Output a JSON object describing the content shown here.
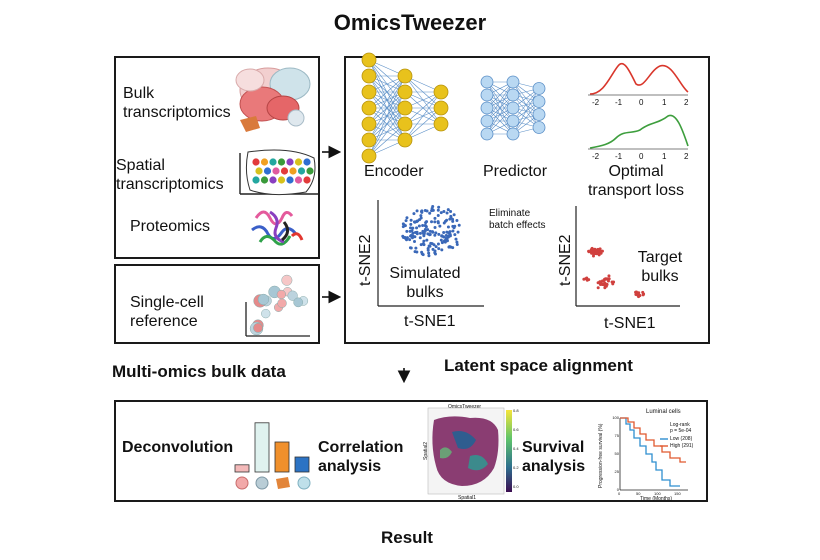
{
  "title": "OmicsTweezer",
  "inputs": {
    "section_label": "Multi-omics bulk data",
    "bulk": "Bulk transcriptomics",
    "spatial": "Spatial transcriptomics",
    "proteomics": "Proteomics",
    "single_cell": "Single-cell reference"
  },
  "alignment": {
    "section_label": "Latent space alignment",
    "encoder": "Encoder",
    "predictor": "Predictor",
    "loss": "Optimal transport loss",
    "density_ticks": [
      "-2",
      "-1",
      "0",
      "1",
      "2"
    ],
    "tsne_x": "t-SNE1",
    "tsne_y": "t-SNE2",
    "simulated": "Simulated bulks",
    "target": "Target bulks",
    "batch": "Eliminate batch effects"
  },
  "result": {
    "section_label": "Result",
    "deconvolution": "Deconvolution",
    "correlation": "Correlation analysis",
    "survival": "Survival analysis",
    "bar_values": [
      0.12,
      0.82,
      0.5,
      0.25
    ],
    "bar_colors": [
      "#f3b9b9",
      "#dff2ef",
      "#f0902c",
      "#2c73c4"
    ],
    "spatial_map": {
      "title": "OmicsTweezer",
      "xlabel": "Spatial1",
      "ylabel": "Spatial2",
      "colorbar_ticks": [
        "0.8",
        "0.6",
        "0.4",
        "0.2",
        "0.0"
      ]
    },
    "km": {
      "title": "Luminal cells",
      "ylabel": "Progression-free survival (%)",
      "xlabel": "Time (Months)",
      "stats": [
        "Log-rank",
        "p = 5e-04"
      ],
      "y_ticks": [
        "100",
        "75",
        "50",
        "25",
        "0"
      ],
      "x_ticks": [
        "0",
        "50",
        "100",
        "150"
      ],
      "legend": [
        {
          "label": "Low (208)",
          "color": "#2f8fd0"
        },
        {
          "label": "High (291)",
          "color": "#e0592f"
        }
      ]
    }
  },
  "colors": {
    "encoder_node": "#e8c21c",
    "predictor_node": "#b9d8f2",
    "curve_red": "#d9372c",
    "curve_green": "#3d9e3d",
    "sim_dots": "#3a68b8",
    "target_dots": "#d0403e"
  }
}
